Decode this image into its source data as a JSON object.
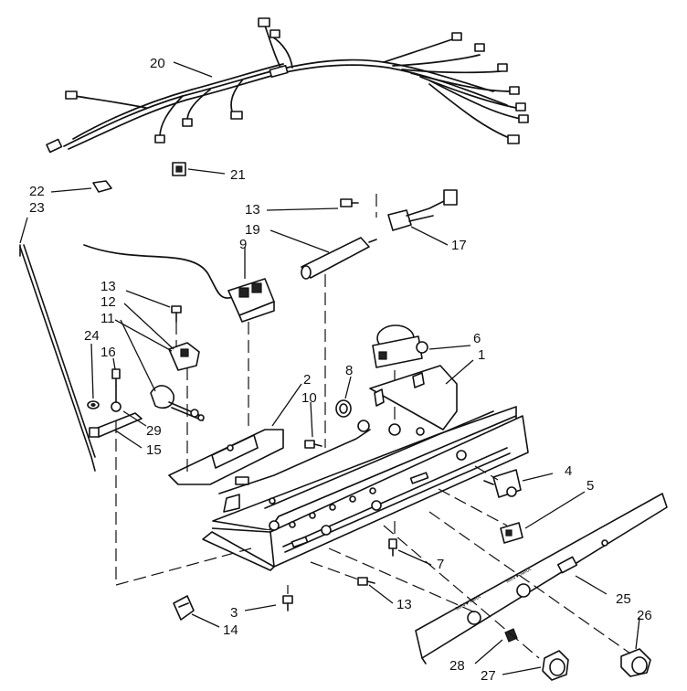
{
  "callouts": {
    "c20": "20",
    "c21": "21",
    "c22": "22",
    "c23": "23",
    "c13a": "13",
    "c19": "19",
    "c17": "17",
    "c9": "9",
    "c13b": "13",
    "c12": "12",
    "c11": "11",
    "c24": "24",
    "c16": "16",
    "c6": "6",
    "c1": "1",
    "c8": "8",
    "c2": "2",
    "c10": "10",
    "c29": "29",
    "c15": "15",
    "c4": "4",
    "c5": "5",
    "c7": "7",
    "c25": "25",
    "c13c": "13",
    "c3": "3",
    "c14": "14",
    "c26": "26",
    "c28": "28",
    "c27": "27"
  }
}
